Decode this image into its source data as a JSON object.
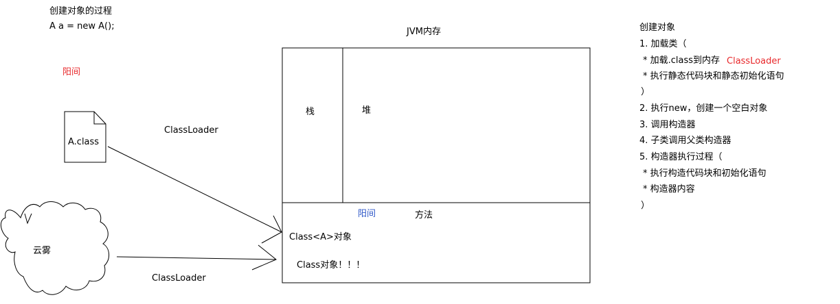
{
  "header": {
    "title": "创建对象的过程",
    "code": "A a = new A();"
  },
  "left": {
    "yangjian": "阳间",
    "file_label": "A.class",
    "classloader_top": "ClassLoader",
    "cloud_label": "云雾",
    "classloader_bottom": "ClassLoader"
  },
  "jvm": {
    "title": "JVM内存",
    "stack": "栈",
    "heap": "堆",
    "method_area_prefix": "阳间",
    "method_area": "方法",
    "class_obj": "Class<A>对象",
    "class_obj2": "Class对象！！！"
  },
  "steps": {
    "title": "创建对象",
    "s1": "1. 加载类（",
    "s1a": "* 加载.class到内存",
    "s1a_tag": "ClassLoader",
    "s1b": "* 执行静态代码块和静态初始化语句",
    "s1_close": "）",
    "s2": "2. 执行new，创建一个空白对象",
    "s3": "3. 调用构造器",
    "s4": "4. 子类调用父类构造器",
    "s5": "5. 构造器执行过程（",
    "s5a": "* 执行构造代码块和初始化语句",
    "s5b": "* 构造器内容",
    "s5_close": "）"
  },
  "colors": {
    "red": "#e8282b",
    "blue": "#2e57c8",
    "line": "#000000"
  }
}
